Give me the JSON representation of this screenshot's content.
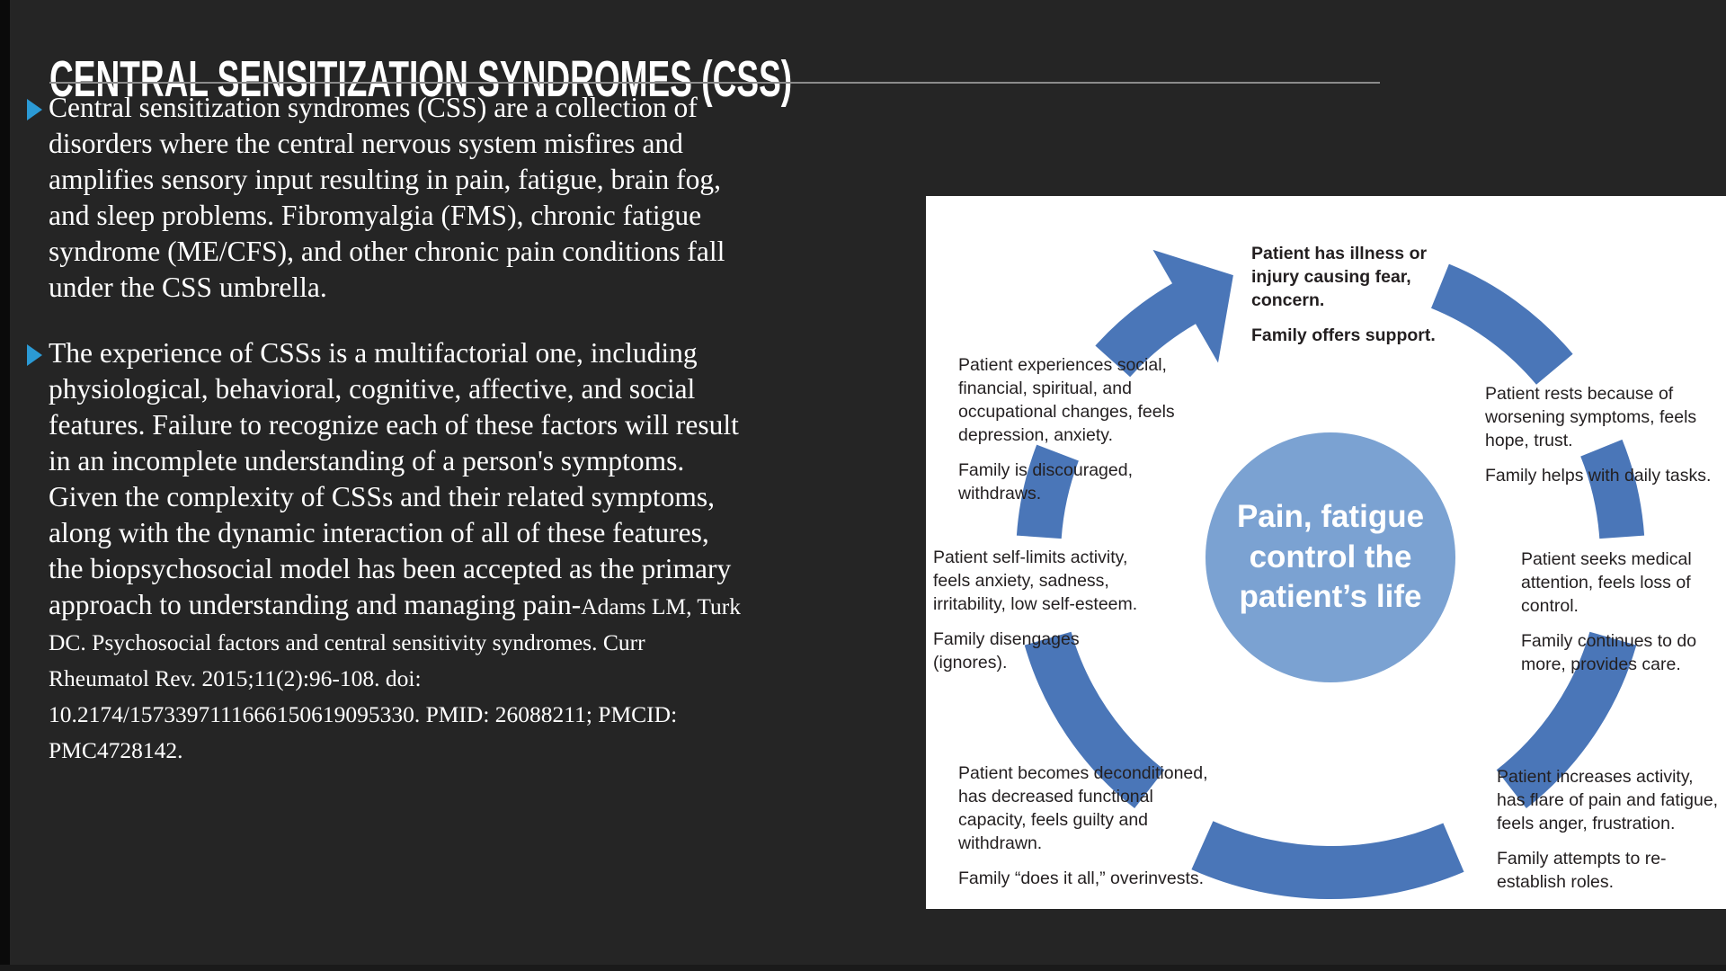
{
  "slide": {
    "title": "CENTRAL SENSITIZATION SYNDROMES (CSS)",
    "bullets": [
      {
        "text": "Central sensitization syndromes (CSS) are a collection of disorders where the central nervous system misfires and amplifies sensory input resulting in pain, fatigue, brain fog, and sleep problems. Fibromyalgia (FMS), chronic fatigue syndrome (ME/CFS), and other chronic pain conditions fall under the CSS umbrella."
      },
      {
        "text": "The experience of CSSs is a multifactorial one, including physiological, behavioral, cognitive, affective, and social features. Failure to recognize each of these factors will result in an incomplete understanding of a person's symptoms. Given the complexity of CSSs and their related symptoms, along with the dynamic interaction of all of these features, the biopsychosocial model has been accepted as the primary approach to understanding and managing pain-",
        "citation": "Adams LM, Turk DC. Psychosocial factors and central sensitivity syndromes. Curr Rheumatol Rev. 2015;11(2):96-108. doi: 10.2174/1573397111666150619095330. PMID: 26088211; PMCID: PMC4728142."
      }
    ]
  },
  "diagram": {
    "center_label": "Pain, fatigue\ncontrol the\npatient’s life",
    "labels": {
      "top_center": {
        "patient": "Patient has illness or injury causing fear, concern.",
        "family": "Family offers support."
      },
      "top_left": {
        "patient": "Patient experiences social, financial, spiritual, and occupational changes, feels depression, anxiety.",
        "family": "Family is discouraged, withdraws."
      },
      "top_right": {
        "patient": "Patient rests because of worsening symptoms, feels hope, trust.",
        "family": "Family helps with daily tasks."
      },
      "mid_left": {
        "patient": "Patient self-limits activity, feels anxiety, sadness, irritability, low self-esteem.",
        "family": "Family disengages (ignores)."
      },
      "mid_right": {
        "patient": "Patient seeks medical attention, feels loss of control.",
        "family": "Family continues to do more, provides care."
      },
      "bottom_left": {
        "patient": "Patient becomes deconditioned, has decreased functional capacity, feels guilty and withdrawn.",
        "family": "Family “does it all,” overinvests."
      },
      "bottom_right": {
        "patient": "Patient increases activity, has flare of pain and fatigue, feels anger, frustration.",
        "family": "Family attempts to re-establish roles."
      }
    }
  },
  "colors": {
    "arc-blue": "#4a76b8",
    "circle-blue": "#7ba2d2",
    "bullet-blue": "#2b9ad5",
    "diagram-text": "#231f20",
    "slide-bg": "#252525"
  }
}
